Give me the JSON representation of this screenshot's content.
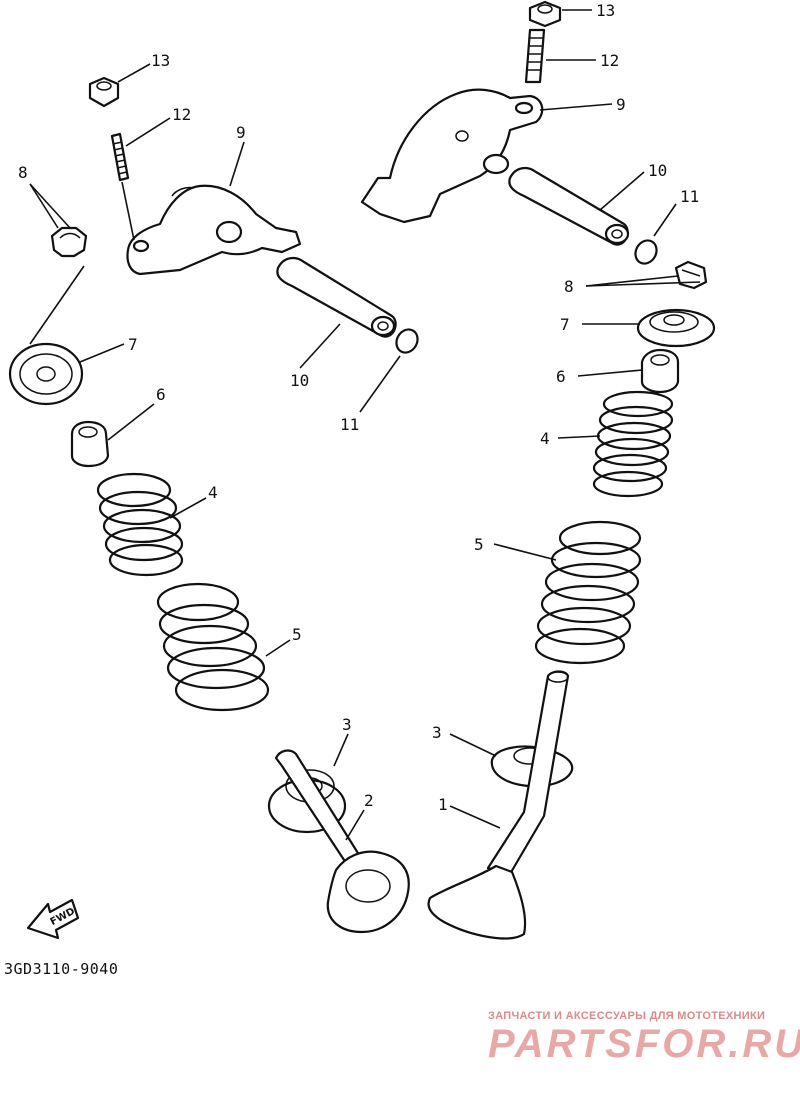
{
  "callouts": [
    {
      "key": "13a",
      "text": "13"
    },
    {
      "key": "12a",
      "text": "12"
    },
    {
      "key": "9a",
      "text": "9"
    },
    {
      "key": "8a",
      "text": "8"
    },
    {
      "key": "7a",
      "text": "7"
    },
    {
      "key": "10a",
      "text": "10"
    },
    {
      "key": "11a",
      "text": "11"
    },
    {
      "key": "6a",
      "text": "6"
    },
    {
      "key": "4a",
      "text": "4"
    },
    {
      "key": "5a",
      "text": "5"
    },
    {
      "key": "3a",
      "text": "3"
    },
    {
      "key": "2a",
      "text": "2"
    },
    {
      "key": "13b",
      "text": "13"
    },
    {
      "key": "12b",
      "text": "12"
    },
    {
      "key": "9b",
      "text": "9"
    },
    {
      "key": "10b",
      "text": "10"
    },
    {
      "key": "11b",
      "text": "11"
    },
    {
      "key": "8b",
      "text": "8"
    },
    {
      "key": "7b",
      "text": "7"
    },
    {
      "key": "6b",
      "text": "6"
    },
    {
      "key": "4b",
      "text": "4"
    },
    {
      "key": "5b",
      "text": "5"
    },
    {
      "key": "3b",
      "text": "3"
    },
    {
      "key": "1b",
      "text": "1"
    }
  ],
  "direction_label": "FWD",
  "diagram_code": "3GD3110-9040",
  "watermark": {
    "tagline": "ЗАПЧАСТИ И АКСЕССУАРЫ ДЛЯ МОТОТЕХНИКИ",
    "logo": "PARTSFOR.RU"
  }
}
